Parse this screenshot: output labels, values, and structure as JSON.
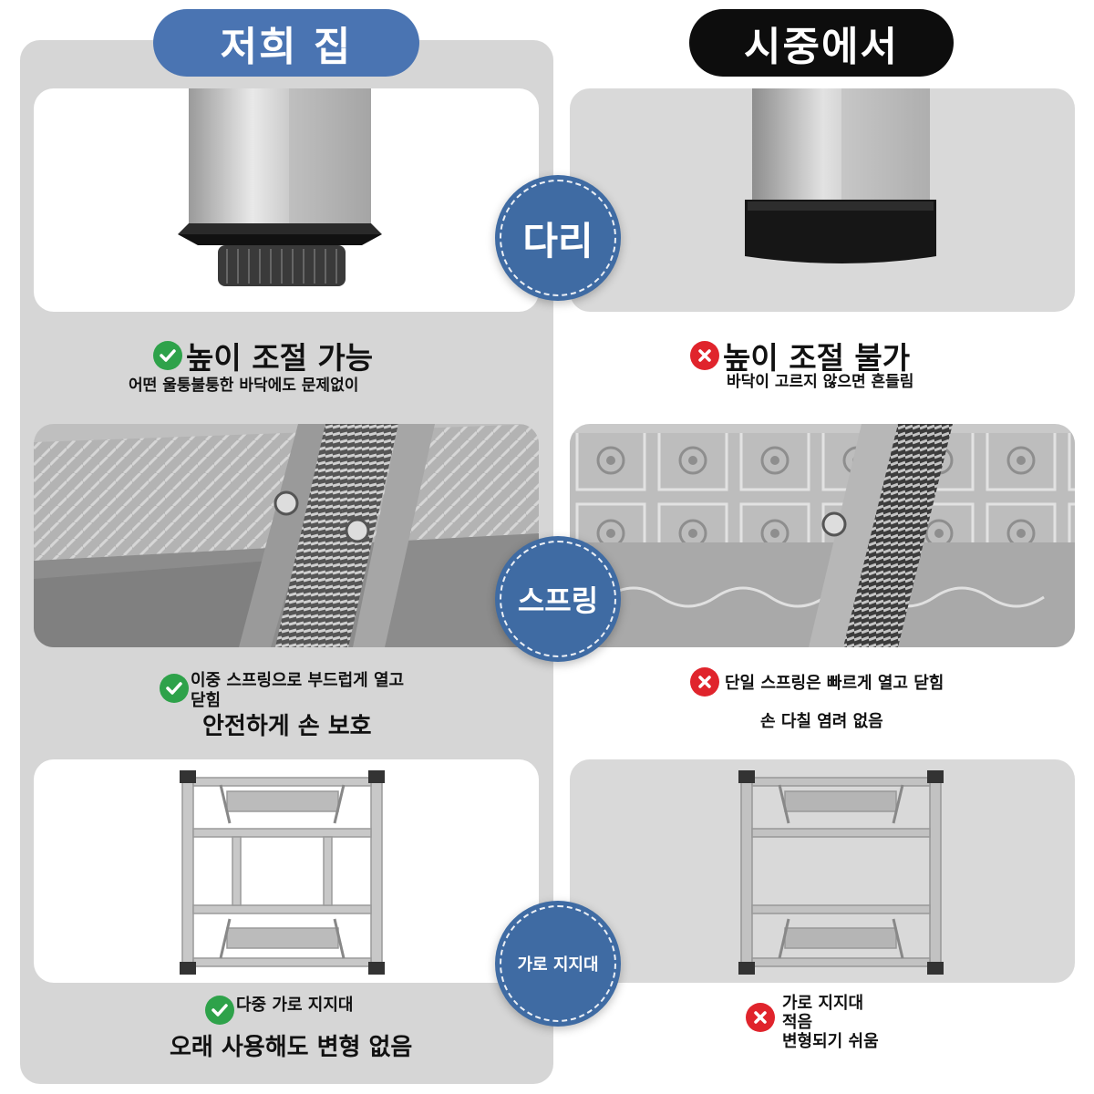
{
  "header": {
    "ours_label": "저희 집",
    "market_label": "시중에서"
  },
  "colors": {
    "accent_blue": "#4a74b2",
    "circle_blue": "#3f6ba3",
    "check_green": "#2ea24a",
    "cross_red": "#e0242c"
  },
  "rows": [
    {
      "circle_label": "다리",
      "ours": {
        "title": "높이 조절 가능",
        "sub": "어떤 울퉁불퉁한 바닥에도 문제없이"
      },
      "market": {
        "title": "높이 조절 불가",
        "sub": "바닥이 고르지 않으면 흔들림"
      }
    },
    {
      "circle_label": "스프링",
      "ours": {
        "line1": "이중 스프링으로 부드럽게 열고 닫힘",
        "line2": "안전하게 손 보호"
      },
      "market": {
        "line1": "단일 스프링은 빠르게 열고 닫힘",
        "line2": "손 다칠 염려 없음"
      }
    },
    {
      "circle_label": "가로 지지대",
      "ours": {
        "line1": "다중 가로 지지대",
        "line2": "오래 사용해도 변형 없음"
      },
      "market": {
        "line1": "가로 지지대 적음",
        "line2": "변형되기 쉬움"
      }
    }
  ],
  "icons": {
    "check": "check-icon",
    "cross": "cross-icon"
  }
}
